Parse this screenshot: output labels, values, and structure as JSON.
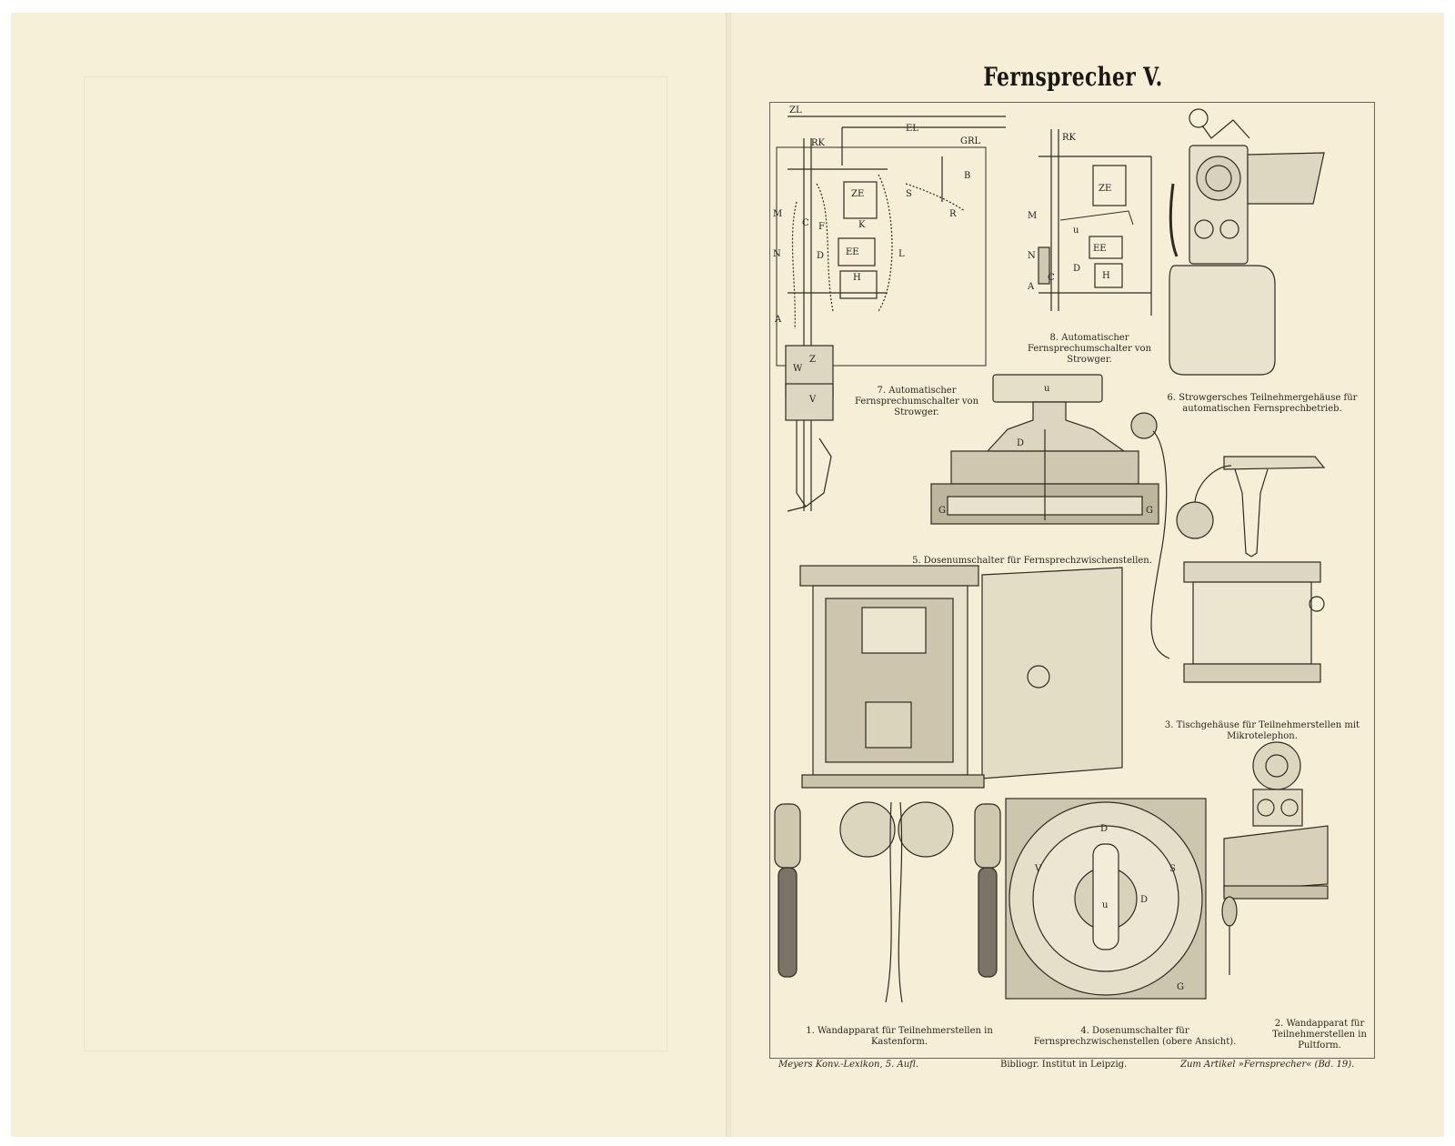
{
  "plate": {
    "title": "Fernsprecher V.",
    "captions": [
      {
        "id": "cap-1",
        "text": "1. Wandapparat für Teilnehmerstellen in Kastenform."
      },
      {
        "id": "cap-2",
        "text": "2. Wandapparat für Teilnehmerstellen in Pultform."
      },
      {
        "id": "cap-3",
        "text": "3. Tischgehäuse für Teilnehmerstellen mit Mikrotelephon."
      },
      {
        "id": "cap-4",
        "text": "4. Dosenumschalter für Fernsprechzwischenstellen (obere Ansicht)."
      },
      {
        "id": "cap-5",
        "text": "5. Dosenumschalter für Fernsprechzwischenstellen."
      },
      {
        "id": "cap-6",
        "text": "6. Strowgersches Teilnehmergehäuse für automatischen Fernsprechbetrieb."
      },
      {
        "id": "cap-7",
        "text": "7. Automatischer Fernsprechumschalter von Strowger."
      },
      {
        "id": "cap-8",
        "text": "8. Automatischer Fernsprechumschalter von Strowger."
      }
    ],
    "footer": {
      "left": "Meyers Konv.-Lexikon, 5. Aufl.",
      "center": "Bibliogr. Institut in Leipzig.",
      "right": "Zum Artikel »Fernsprecher« (Bd. 19)."
    },
    "figure_labels": {
      "fig7": [
        "ZL",
        "EL",
        "GRL",
        "RK",
        "ZE",
        "B",
        "M",
        "C",
        "F",
        "K",
        "N",
        "D",
        "EE",
        "L",
        "H",
        "A",
        "Z",
        "W",
        "V",
        "R",
        "S"
      ],
      "fig8": [
        "RK",
        "ZE",
        "M",
        "u",
        "EE",
        "N",
        "D",
        "H",
        "A",
        "C"
      ],
      "fig5": [
        "u",
        "D",
        "G",
        "G"
      ],
      "fig4": [
        "V",
        "D",
        "S",
        "u",
        "D",
        "G"
      ]
    }
  },
  "colors": {
    "paper_left": "#f7f0d9",
    "paper_right": "#f6eed6",
    "ink": "#2a251e",
    "frame": "#6b6458"
  }
}
